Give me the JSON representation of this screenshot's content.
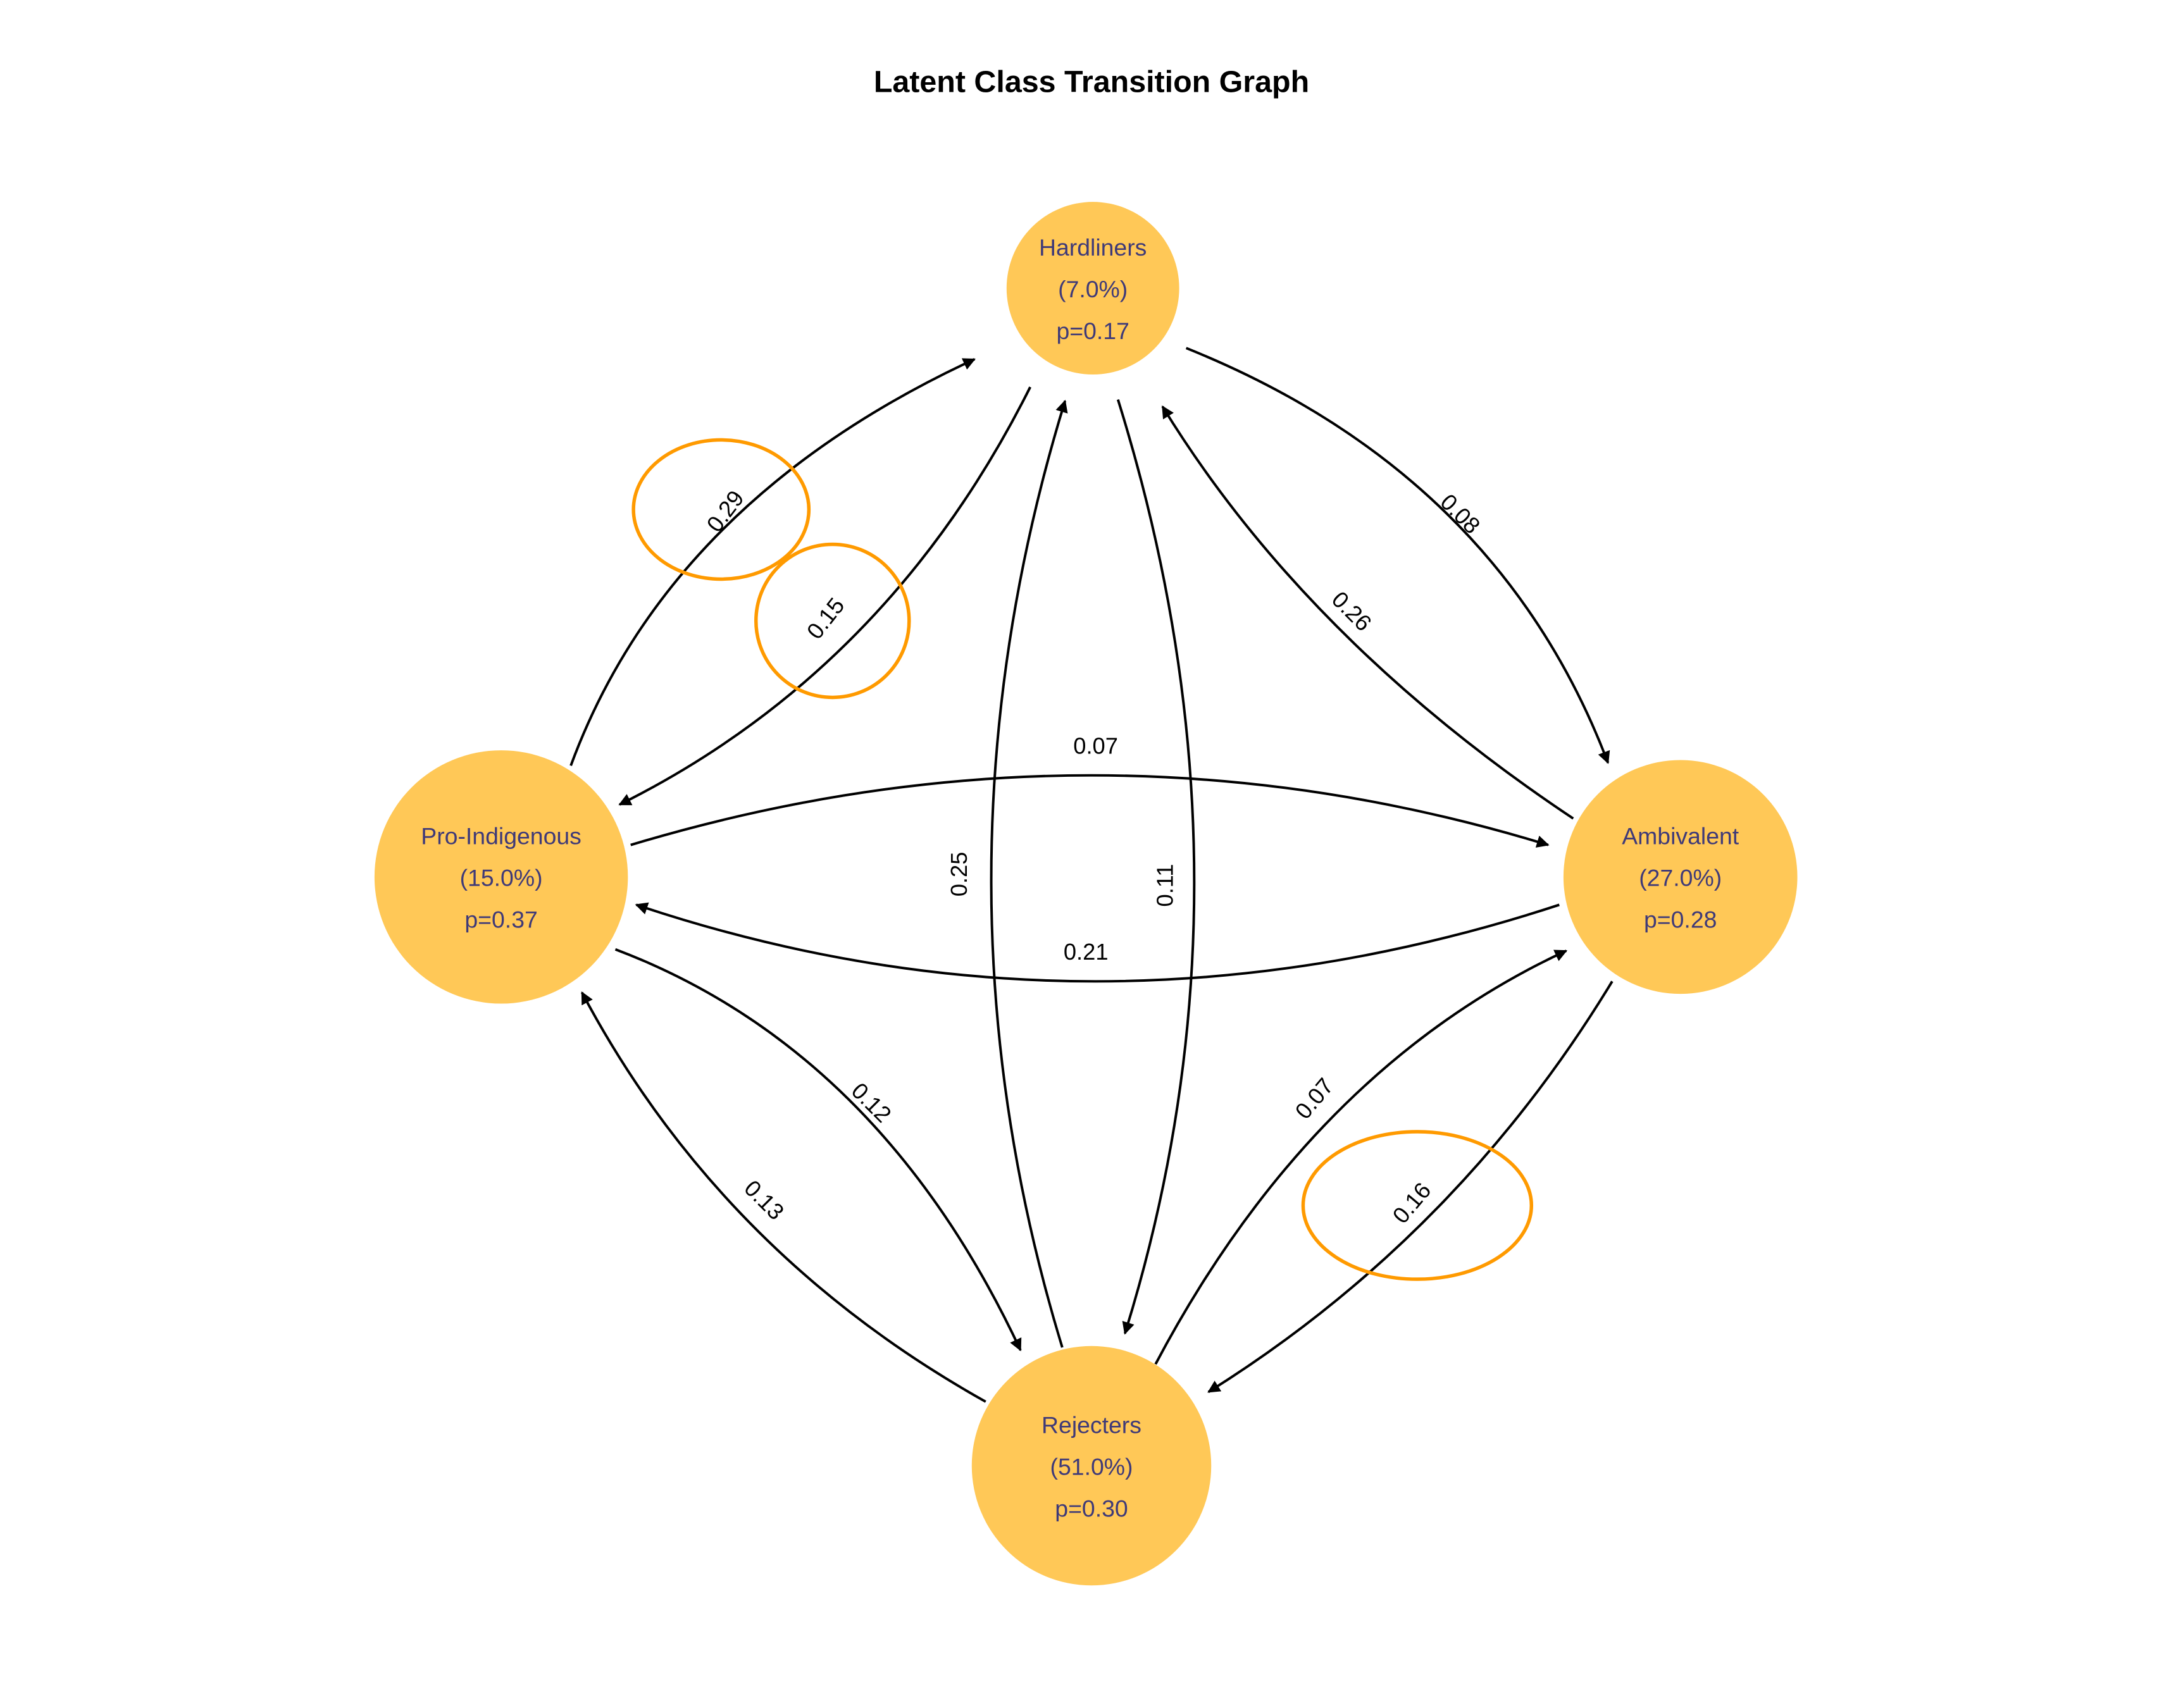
{
  "title": "Latent Class Transition Graph",
  "colors": {
    "node_fill": "#ffc857",
    "node_text": "#3f3a78",
    "edge": "#000000",
    "highlight": "#ff9a00"
  },
  "nodes": [
    {
      "id": "hardliners",
      "name": "Hardliners",
      "share": "(7.0%)",
      "p": "p=0.17"
    },
    {
      "id": "pro",
      "name": "Pro-Indigenous",
      "share": "(15.0%)",
      "p": "p=0.37"
    },
    {
      "id": "amb",
      "name": "Ambivalent",
      "share": "(27.0%)",
      "p": "p=0.28"
    },
    {
      "id": "rej",
      "name": "Rejecters",
      "share": "(51.0%)",
      "p": "p=0.30"
    }
  ],
  "edges": [
    {
      "from": "pro",
      "to": "hardliners",
      "label": "0.29",
      "highlighted": true
    },
    {
      "from": "hardliners",
      "to": "pro",
      "label": "0.15",
      "highlighted": true
    },
    {
      "from": "hardliners",
      "to": "amb",
      "label": "0.08",
      "highlighted": false
    },
    {
      "from": "amb",
      "to": "hardliners",
      "label": "0.26",
      "highlighted": false
    },
    {
      "from": "pro",
      "to": "amb",
      "label": "0.07",
      "highlighted": false
    },
    {
      "from": "amb",
      "to": "pro",
      "label": "0.21",
      "highlighted": false
    },
    {
      "from": "rej",
      "to": "hardliners",
      "label": "0.25",
      "highlighted": false
    },
    {
      "from": "hardliners",
      "to": "rej",
      "label": "0.11",
      "highlighted": false
    },
    {
      "from": "pro",
      "to": "rej",
      "label": "0.12",
      "highlighted": false
    },
    {
      "from": "rej",
      "to": "pro",
      "label": "0.13",
      "highlighted": false
    },
    {
      "from": "rej",
      "to": "amb",
      "label": "0.07",
      "highlighted": false
    },
    {
      "from": "amb",
      "to": "rej",
      "label": "0.16",
      "highlighted": true
    }
  ]
}
